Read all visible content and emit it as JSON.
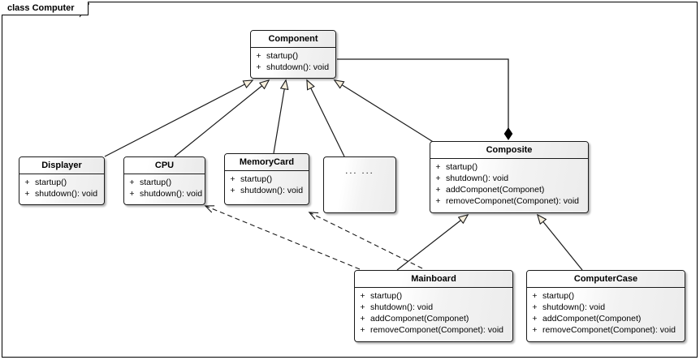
{
  "frame": {
    "label": "class Computer"
  },
  "diagram": {
    "type": "uml-class-diagram",
    "classes": [
      {
        "id": "component",
        "name": "Component",
        "operations": [
          {
            "visibility": "+",
            "signature": "startup()"
          },
          {
            "visibility": "+",
            "signature": "shutdown(): void"
          }
        ]
      },
      {
        "id": "displayer",
        "name": "Displayer",
        "operations": [
          {
            "visibility": "+",
            "signature": "startup()"
          },
          {
            "visibility": "+",
            "signature": "shutdown(): void"
          }
        ]
      },
      {
        "id": "cpu",
        "name": "CPU",
        "operations": [
          {
            "visibility": "+",
            "signature": "startup()"
          },
          {
            "visibility": "+",
            "signature": "shutdown(): void"
          }
        ]
      },
      {
        "id": "memorycard",
        "name": "MemoryCard",
        "operations": [
          {
            "visibility": "+",
            "signature": "startup()"
          },
          {
            "visibility": "+",
            "signature": "shutdown(): void"
          }
        ]
      },
      {
        "id": "ellipsis",
        "name": "... ...",
        "operations": []
      },
      {
        "id": "composite",
        "name": "Composite",
        "operations": [
          {
            "visibility": "+",
            "signature": "startup()"
          },
          {
            "visibility": "+",
            "signature": "shutdown(): void"
          },
          {
            "visibility": "+",
            "signature": "addComponet(Componet)"
          },
          {
            "visibility": "+",
            "signature": "removeComponet(Componet): void"
          }
        ]
      },
      {
        "id": "mainboard",
        "name": "Mainboard",
        "operations": [
          {
            "visibility": "+",
            "signature": "startup()"
          },
          {
            "visibility": "+",
            "signature": "shutdown(): void"
          },
          {
            "visibility": "+",
            "signature": "addComponet(Componet)"
          },
          {
            "visibility": "+",
            "signature": "removeComponet(Componet): void"
          }
        ]
      },
      {
        "id": "computercase",
        "name": "ComputerCase",
        "operations": [
          {
            "visibility": "+",
            "signature": "startup()"
          },
          {
            "visibility": "+",
            "signature": "shutdown(): void"
          },
          {
            "visibility": "+",
            "signature": "addComponet(Componet)"
          },
          {
            "visibility": "+",
            "signature": "removeComponet(Componet): void"
          }
        ]
      }
    ],
    "relationships": [
      {
        "kind": "generalization",
        "from": "displayer",
        "to": "component"
      },
      {
        "kind": "generalization",
        "from": "cpu",
        "to": "component"
      },
      {
        "kind": "generalization",
        "from": "memorycard",
        "to": "component"
      },
      {
        "kind": "generalization",
        "from": "ellipsis",
        "to": "component"
      },
      {
        "kind": "generalization",
        "from": "composite",
        "to": "component"
      },
      {
        "kind": "composition",
        "from": "component",
        "to": "composite"
      },
      {
        "kind": "generalization",
        "from": "mainboard",
        "to": "composite"
      },
      {
        "kind": "generalization",
        "from": "computercase",
        "to": "composite"
      },
      {
        "kind": "dependency",
        "from": "mainboard",
        "to": "cpu"
      },
      {
        "kind": "dependency",
        "from": "mainboard",
        "to": "memorycard"
      }
    ]
  },
  "colors": {
    "line": "#1a1a1a",
    "arrow_fill": "#f7efdd",
    "diamond_fill": "#000000",
    "box_border": "#1a1a1a",
    "background": "#ffffff"
  }
}
